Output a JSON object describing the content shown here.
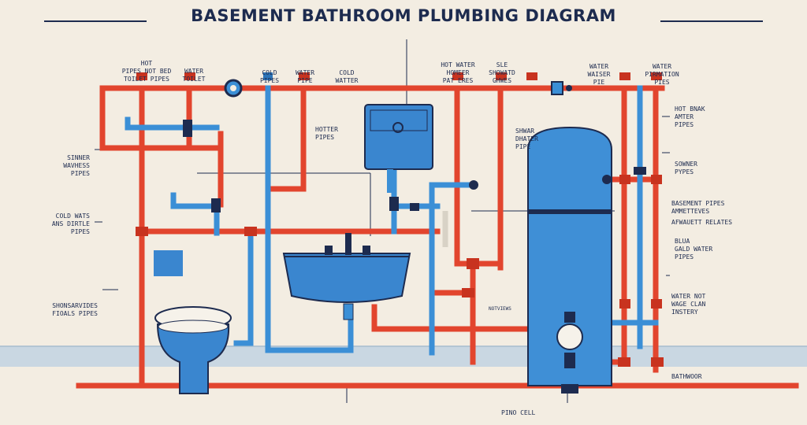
{
  "title": "BASEMENT BATHROOM PLUMBING DIAGRAM",
  "colors": {
    "hot": "#e2452e",
    "cold": "#3b8fd6",
    "ink": "#1d2b4f",
    "fixture": "#3a86cf",
    "floor": "#c9d7e2"
  },
  "labels": {
    "top_hot_pipes": [
      "HOT",
      "PIPES NOT BED",
      "TOILET PIPES"
    ],
    "top_water_toilet": [
      "WATER",
      "TOILET"
    ],
    "top_cold_pipes": [
      "COLD",
      "PIPES"
    ],
    "top_water_pipe": [
      "WATER",
      "PIPE"
    ],
    "top_cold_water": [
      "COLD",
      "WATTER"
    ],
    "top_hot_water": [
      "HOT WATER",
      "HOMEER",
      "PAT ERES"
    ],
    "top_shower": [
      "SLE",
      "SHOWATD",
      "GHWES"
    ],
    "top_water_waiser": [
      "WATER",
      "WAISER",
      "PIE"
    ],
    "top_water_pirmation": [
      "WATER",
      "PIRMATION",
      "PIES"
    ],
    "left_sinner": [
      "SINNER",
      "WAVHESS",
      "PIPES"
    ],
    "left_cold_water": [
      "COLD WATS",
      "ANS DIRTLE",
      "PIPES"
    ],
    "left_shower": [
      "SHONSARVIDES",
      "FIOALS PIPES"
    ],
    "mid_hotter_pipes": [
      "HOTTER",
      "PIPES"
    ],
    "mid_shwar_heater": [
      "SHWAR",
      "DHATER",
      "PIPE"
    ],
    "mid_small": [
      "NOTVIEWS"
    ],
    "bottom_pino_cell": [
      "PINO CELL"
    ],
    "right_hot_amter": [
      "HOT BNAK",
      "AMTER",
      "PIPES"
    ],
    "right_sowner": [
      "SOWNER",
      "PYPES"
    ],
    "right_basement": [
      "BASEMENT PIPES",
      "AMMETTEVES"
    ],
    "right_afwauett": [
      "AFWAUETT RELATES"
    ],
    "right_blua": [
      "BLUA",
      "GALD WATER",
      "PIPES"
    ],
    "right_water_not": [
      "WATER NOT",
      "WAGE CLAN",
      "INSTERY"
    ],
    "right_bathroom": [
      "BATHWOOR"
    ]
  }
}
